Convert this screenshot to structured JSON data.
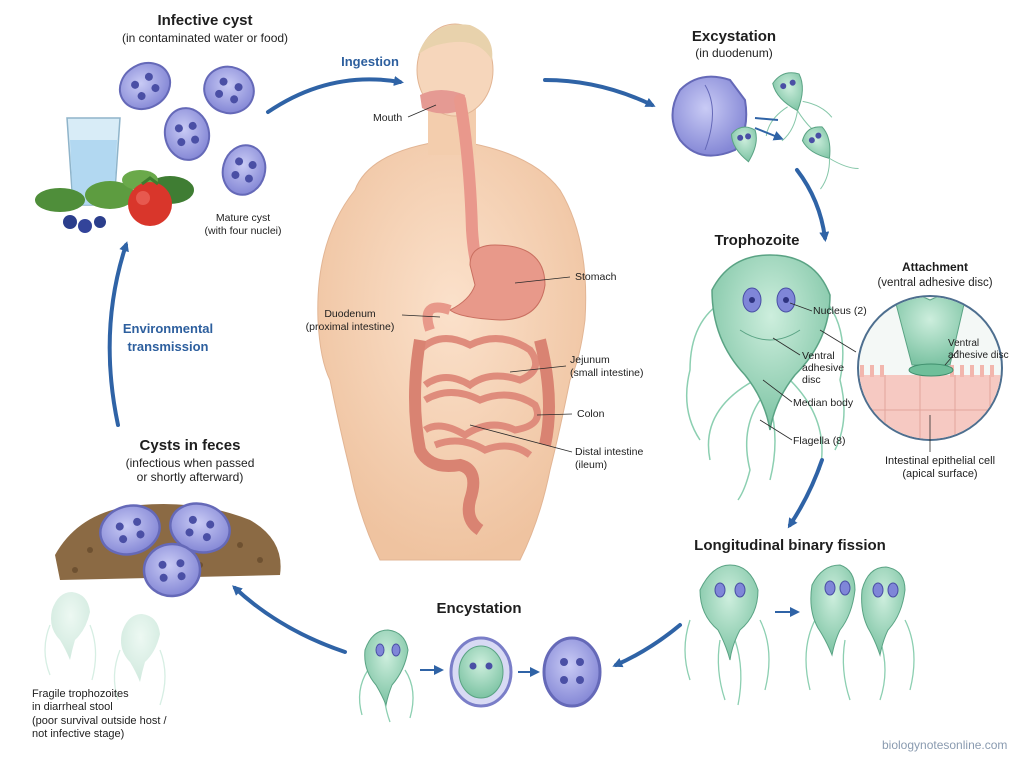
{
  "stages": {
    "infective_cyst": {
      "title": "Infective cyst",
      "subtitle": "(in contaminated water or food)"
    },
    "excystation": {
      "title": "Excystation",
      "subtitle": "(in duodenum)"
    },
    "trophozoite": {
      "title": "Trophozoite"
    },
    "attachment": {
      "title": "Attachment",
      "subtitle": "(ventral adhesive disc)"
    },
    "fission": {
      "title": "Longitudinal binary fission"
    },
    "encystation": {
      "title": "Encystation"
    },
    "cysts_feces": {
      "title": "Cysts in feces",
      "subtitle_1": "(infectious when passed",
      "subtitle_2": "or shortly afterward)"
    }
  },
  "transitions": {
    "ingestion": "Ingestion",
    "environmental_1": "Environmental",
    "environmental_2": "transmission"
  },
  "labels": {
    "mature_cyst_1": "Mature cyst",
    "mature_cyst_2": "(with four nuclei)",
    "mouth": "Mouth",
    "stomach": "Stomach",
    "duodenum_1": "Duodenum",
    "duodenum_2": "(proximal intestine)",
    "jejunum_1": "Jejunum",
    "jejunum_2": "(small intestine)",
    "colon": "Colon",
    "distal_1": "Distal intestine",
    "distal_2": "(ileum)",
    "nucleus": "Nucleus (2)",
    "ventral_disc_1": "Ventral",
    "ventral_disc_2": "adhesive",
    "ventral_disc_3": "disc",
    "median_body": "Median body",
    "flagella": "Flagella (8)",
    "att_ventral_1": "Ventral",
    "att_ventral_2": "adhesive disc",
    "epithelial_1": "Intestinal epithelial cell",
    "epithelial_2": "(apical surface)",
    "fragile_1": "Fragile trophozoites",
    "fragile_2": "in diarrheal stool",
    "fragile_3": "(poor survival outside host /",
    "fragile_4": "not infective stage)"
  },
  "watermark": "biologynotesonline.com",
  "colors": {
    "arrow": "#2f63a6",
    "cyst": "#9b9ee0",
    "trophozoite": "#8fcfb2",
    "skin": "#f6d3b6",
    "intestine": "#e09684"
  }
}
